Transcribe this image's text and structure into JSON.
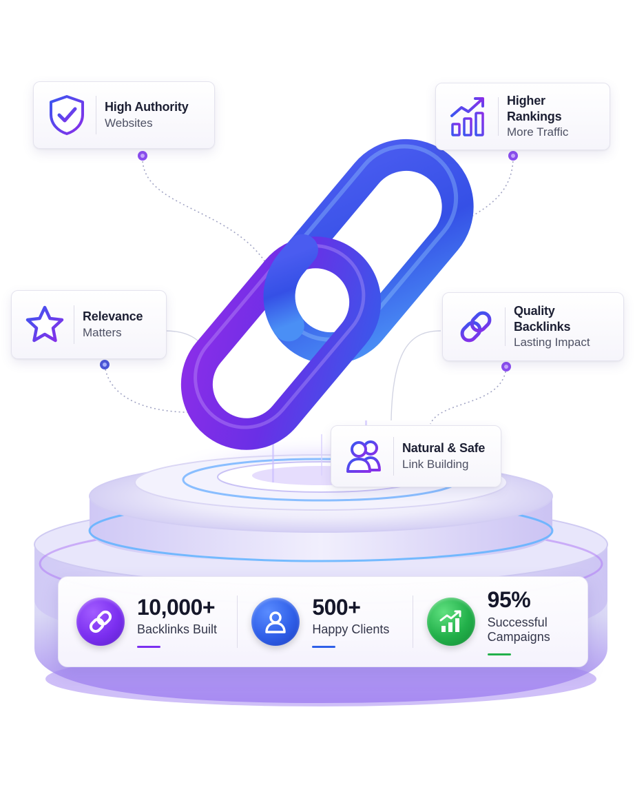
{
  "features": [
    {
      "title": "High Authority",
      "subtitle": "Websites",
      "icon": "shield-check-icon"
    },
    {
      "title": "Higher Rankings",
      "subtitle": "More Traffic",
      "icon": "growth-chart-icon"
    },
    {
      "title": "Relevance",
      "subtitle": "Matters",
      "icon": "star-icon"
    },
    {
      "title": "Quality Backlinks",
      "subtitle": "Lasting Impact",
      "icon": "link-icon"
    },
    {
      "title": "Natural & Safe",
      "subtitle": "Link Building",
      "icon": "users-icon"
    }
  ],
  "stats": [
    {
      "value": "10,000+",
      "label": "Backlinks Built",
      "icon": "link-icon",
      "color": "#7b2ff0",
      "bar_color": "#7b2ff0"
    },
    {
      "value": "500+",
      "label": "Happy Clients",
      "icon": "user-icon",
      "color": "#2f5fe8",
      "bar_color": "#2f5fe8"
    },
    {
      "value": "95%",
      "label": "Successful Campaigns",
      "icon": "growth-chart-icon",
      "color": "#22b04a",
      "bar_color": "#22b04a"
    }
  ],
  "colors": {
    "accent_purple": "#7b2ff0",
    "accent_blue": "#3a56f0",
    "accent_green": "#22b04a"
  }
}
